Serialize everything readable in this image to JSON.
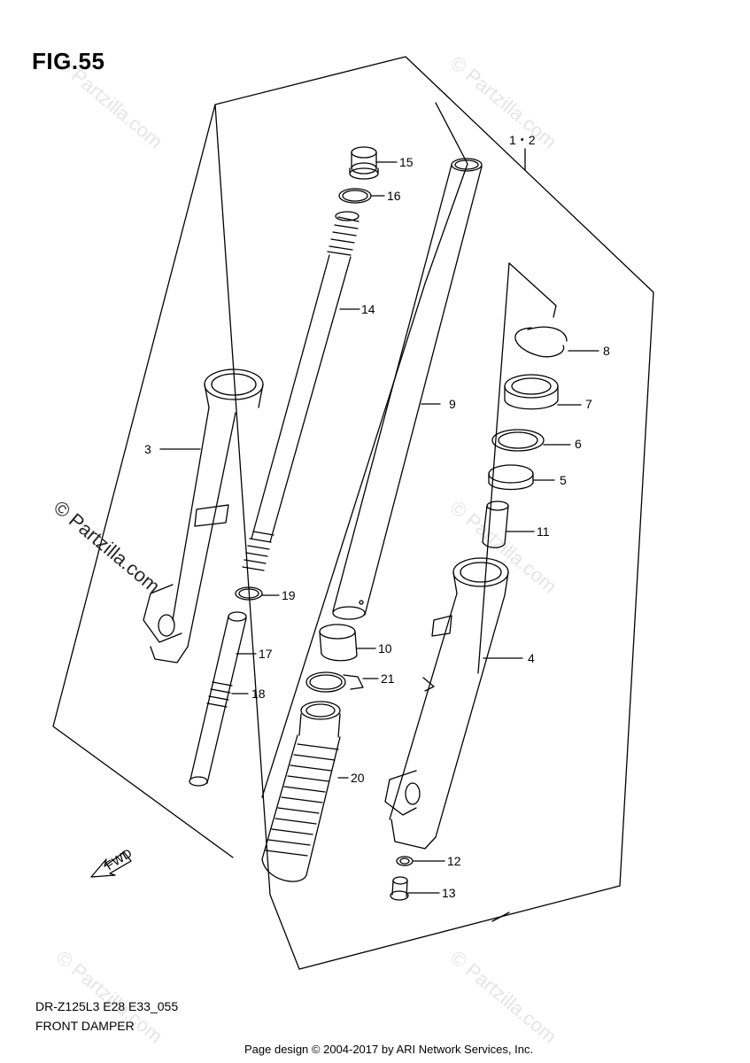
{
  "figure": {
    "title": "FIG.55",
    "model_code": "DR-Z125L3 E28 E33_055",
    "name": "FRONT DAMPER",
    "copyright": "Page design © 2004-2017 by ARI Network Services, Inc.",
    "direction_badge": "FWD"
  },
  "watermark": {
    "text": "© Partzilla.com"
  },
  "callouts": [
    {
      "id": "1-2",
      "label": "1・2"
    },
    {
      "id": "3",
      "label": "3"
    },
    {
      "id": "4",
      "label": "4"
    },
    {
      "id": "5",
      "label": "5"
    },
    {
      "id": "6",
      "label": "6"
    },
    {
      "id": "7",
      "label": "7"
    },
    {
      "id": "8",
      "label": "8"
    },
    {
      "id": "9",
      "label": "9"
    },
    {
      "id": "10",
      "label": "10"
    },
    {
      "id": "11",
      "label": "11"
    },
    {
      "id": "12",
      "label": "12"
    },
    {
      "id": "13",
      "label": "13"
    },
    {
      "id": "14",
      "label": "14"
    },
    {
      "id": "15",
      "label": "15"
    },
    {
      "id": "16",
      "label": "16"
    },
    {
      "id": "17",
      "label": "17"
    },
    {
      "id": "18",
      "label": "18"
    },
    {
      "id": "19",
      "label": "19"
    },
    {
      "id": "20",
      "label": "20"
    },
    {
      "id": "21",
      "label": "21"
    }
  ]
}
